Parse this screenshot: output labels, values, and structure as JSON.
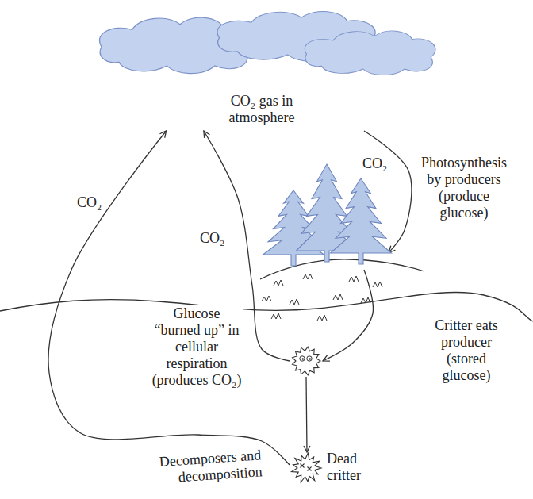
{
  "diagram": {
    "nodes": [
      {
        "text": [
          "CO₂ gas in atmosphere"
        ]
      },
      {
        "text": [
          "Photosynthesis by producers (produce glucose)"
        ]
      },
      {
        "text": [
          "Critter eats producer (stored glucose)"
        ]
      },
      {
        "text": [
          "Dead critter"
        ]
      }
    ],
    "edges": [
      {
        "from": 0,
        "to": 1,
        "label": "CO₂",
        "arrow": "to"
      },
      {
        "from": 1,
        "to": 2,
        "arrow": "to"
      },
      {
        "from": 2,
        "to": 0,
        "label": "CO₂",
        "arrow": "to"
      },
      {
        "from": 2,
        "to": 3,
        "arrow": "to"
      },
      {
        "from": 3,
        "to": 0,
        "label": "CO₂",
        "arrow": "to"
      }
    ],
    "labels": [
      "Glucose “burned up” in cellular respiration (produces CO₂)",
      "Decomposers and decomposition"
    ]
  }
}
